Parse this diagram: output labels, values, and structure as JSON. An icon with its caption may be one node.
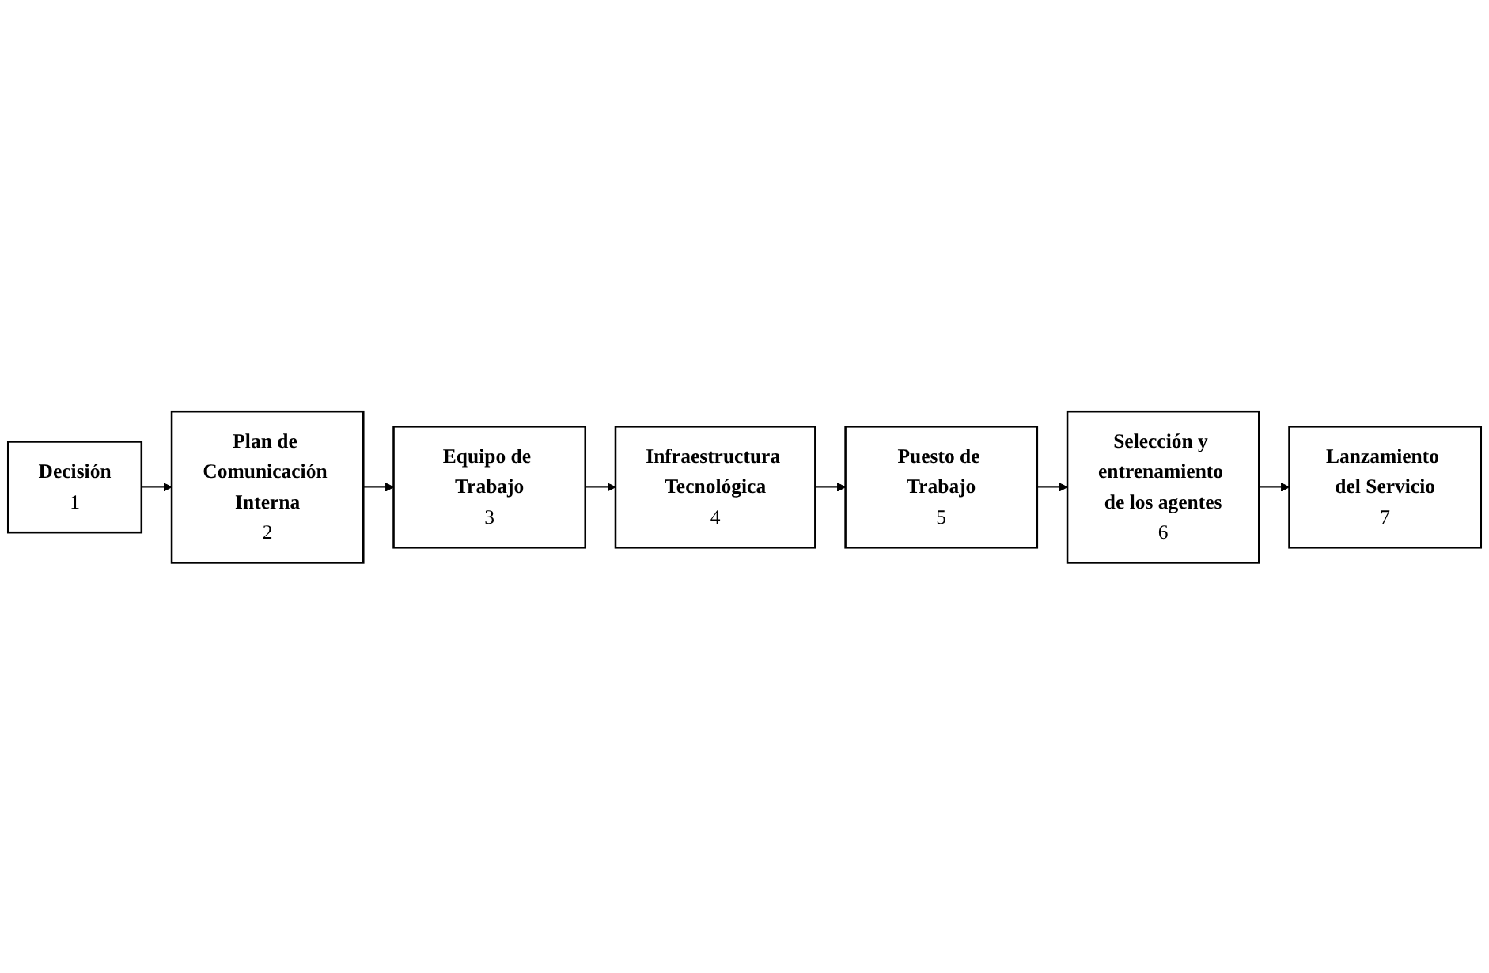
{
  "diagram": {
    "nodes": [
      {
        "text": [
          "Decisión",
          "1"
        ]
      },
      {
        "text": [
          "Plan de Comunicación Interna",
          "2"
        ]
      },
      {
        "text": [
          "Equipo de Trabajo",
          "3"
        ]
      },
      {
        "text": [
          "Infraestructura Tecnológica",
          "4"
        ]
      },
      {
        "text": [
          "Puesto de Trabajo",
          "5"
        ]
      },
      {
        "text": [
          "Selección y entrenamiento de los agentes",
          "6"
        ]
      },
      {
        "text": [
          "Lanzamiento del Servicio",
          "7"
        ]
      }
    ],
    "edges": [
      {
        "from": 0,
        "to": 1,
        "arrow": "to"
      },
      {
        "from": 1,
        "to": 2,
        "arrow": "to"
      },
      {
        "from": 2,
        "to": 3,
        "arrow": "to"
      },
      {
        "from": 3,
        "to": 4,
        "arrow": "to"
      },
      {
        "from": 4,
        "to": 5,
        "arrow": "to"
      },
      {
        "from": 5,
        "to": 6,
        "arrow": "to"
      }
    ]
  }
}
